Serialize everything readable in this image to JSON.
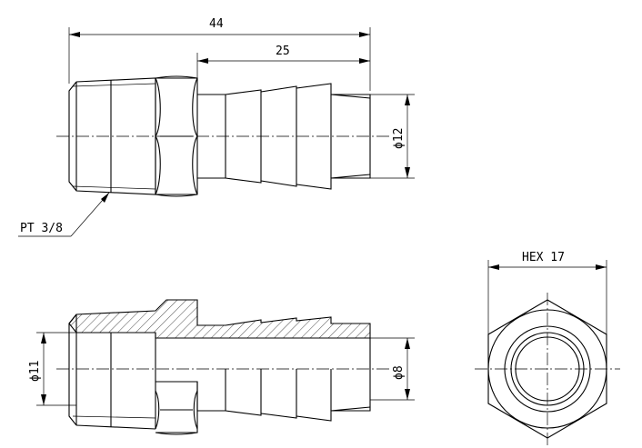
{
  "dimensions": {
    "overall_length": "44",
    "barb_length": "25",
    "barb_outer_diameter": "ϕ12",
    "bore_diameter": "ϕ8",
    "thread_inner_diameter": "ϕ11",
    "hex_size": "HEX 17",
    "thread_spec": "PT 3/8"
  },
  "colors": {
    "line": "#000000",
    "background": "#ffffff"
  }
}
